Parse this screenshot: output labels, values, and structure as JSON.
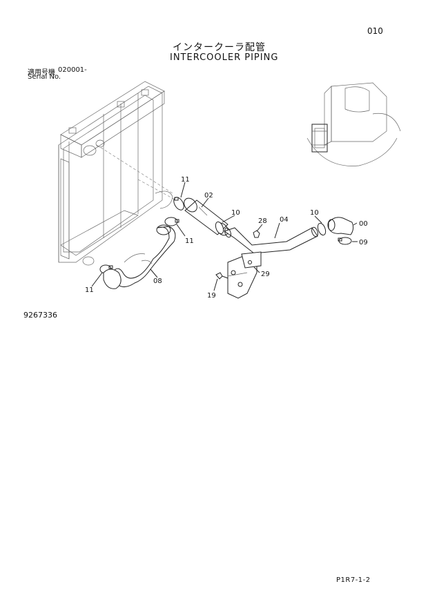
{
  "header": {
    "page_number": "010",
    "title_jp": "インタークーラ配管",
    "title_en": "INTERCOOLER PIPING",
    "serial_label_jp": "適用号機",
    "serial_number": "020001-",
    "serial_label_en": "Serial No."
  },
  "callouts": {
    "c00": "00",
    "c02": "02",
    "c04": "04",
    "c08": "08",
    "c09": "09",
    "c10a": "10",
    "c10b": "10",
    "c11a": "11",
    "c11b": "11",
    "c11c": "11",
    "c19": "19",
    "c28": "28",
    "c29": "29"
  },
  "footer": {
    "drawing_number": "9267336",
    "page_code": "P1R7-1-2"
  }
}
